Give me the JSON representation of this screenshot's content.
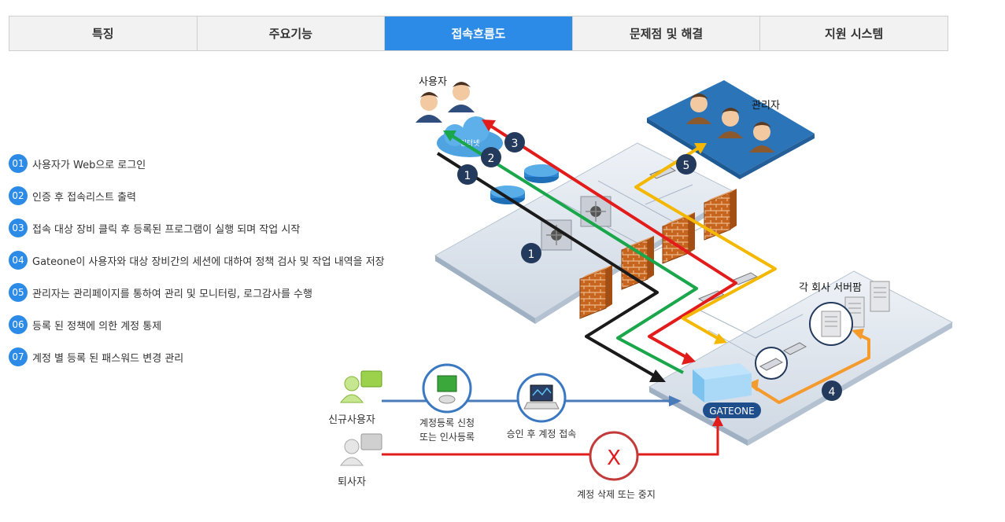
{
  "tabs": [
    {
      "label": "특징",
      "active": false
    },
    {
      "label": "주요기능",
      "active": false
    },
    {
      "label": "접속흐름도",
      "active": true
    },
    {
      "label": "문제점 및 해결",
      "active": false
    },
    {
      "label": "지원 시스템",
      "active": false
    }
  ],
  "steps": [
    {
      "num": "01",
      "text": "사용자가 Web으로 로그인"
    },
    {
      "num": "02",
      "text": "인증 후 접속리스트 출력"
    },
    {
      "num": "03",
      "text": "접속 대상 장비 클릭 후 등록된 프로그램이 실행 되며 작업 시작"
    },
    {
      "num": "04",
      "text": "Gateone이 사용자와 대상 장비간의 세션에 대하여 정책 검사 및 작업 내역을 저장"
    },
    {
      "num": "05",
      "text": "관리자는 관리페이지를 통하여 관리 및 모니터링, 로그감사를 수행"
    },
    {
      "num": "06",
      "text": "등록 된 정책에 의한 계정 통제"
    },
    {
      "num": "07",
      "text": "계정 별 등록 된 패스워드 변경 관리"
    }
  ],
  "diagram": {
    "users_label": "사용자",
    "internet_label": "인터넷",
    "admin_label": "관리자",
    "server_farm_label": "각 회사 서버팜",
    "gateone_label": "GATEONE",
    "new_user_label": "신규사용자",
    "retiree_label": "퇴사자",
    "register_label_1": "계정등록 신청",
    "register_label_2": "또는 인사등록",
    "approve_label": "승인 후 계정 접속",
    "deny_mark": "X",
    "deny_label": "계정 삭제 또는 중지",
    "markers": [
      "1",
      "2",
      "3",
      "1",
      "5",
      "4"
    ]
  },
  "colors": {
    "accent": "#2b8be6",
    "flow_black": "#1a1a1a",
    "flow_green": "#1aa64a",
    "flow_red": "#e21b1b",
    "flow_yellow": "#f5b800",
    "flow_orange": "#f59a2c",
    "flow_blue": "#4a7ab8",
    "marker": "#233a5c"
  }
}
